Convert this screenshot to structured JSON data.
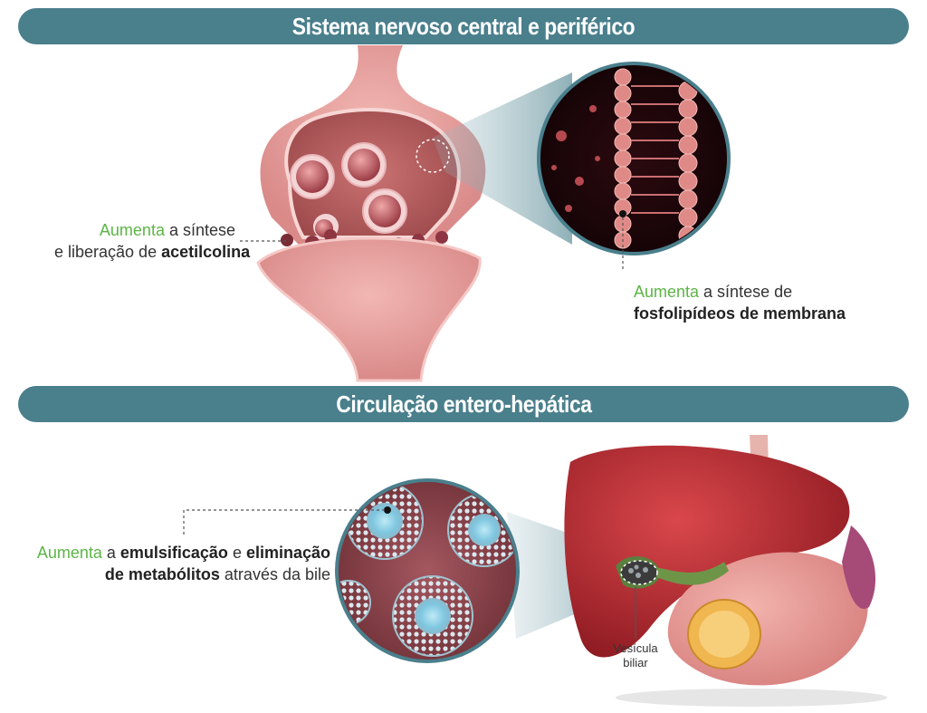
{
  "banners": {
    "top": "Sistema nervoso central e periférico",
    "bottom": "Circulação entero-hepática"
  },
  "labels": {
    "acetil": {
      "green": "Aumenta",
      "line1_rest": " a síntese",
      "line2_pre": "e liberação de ",
      "line2_bold": "acetilcolina"
    },
    "fosfo": {
      "green": "Aumenta",
      "line1_rest": " a síntese de",
      "line2_bold": "fosfolipídeos de membrana"
    },
    "emuls": {
      "green": "Aumenta",
      "line1_mid": " a ",
      "line1_bold1": "emulsificação",
      "line1_e": " e ",
      "line1_bold2": "eliminação",
      "line2_bold": "de metabólitos",
      "line2_rest": " através da bile"
    },
    "vesicula": {
      "line1": "Vesícula",
      "line2": "biliar"
    }
  },
  "colors": {
    "banner": "#4a7f8c",
    "accent_green": "#5cb546",
    "neuron": "#e39a9a",
    "liver": "#b52a30"
  }
}
